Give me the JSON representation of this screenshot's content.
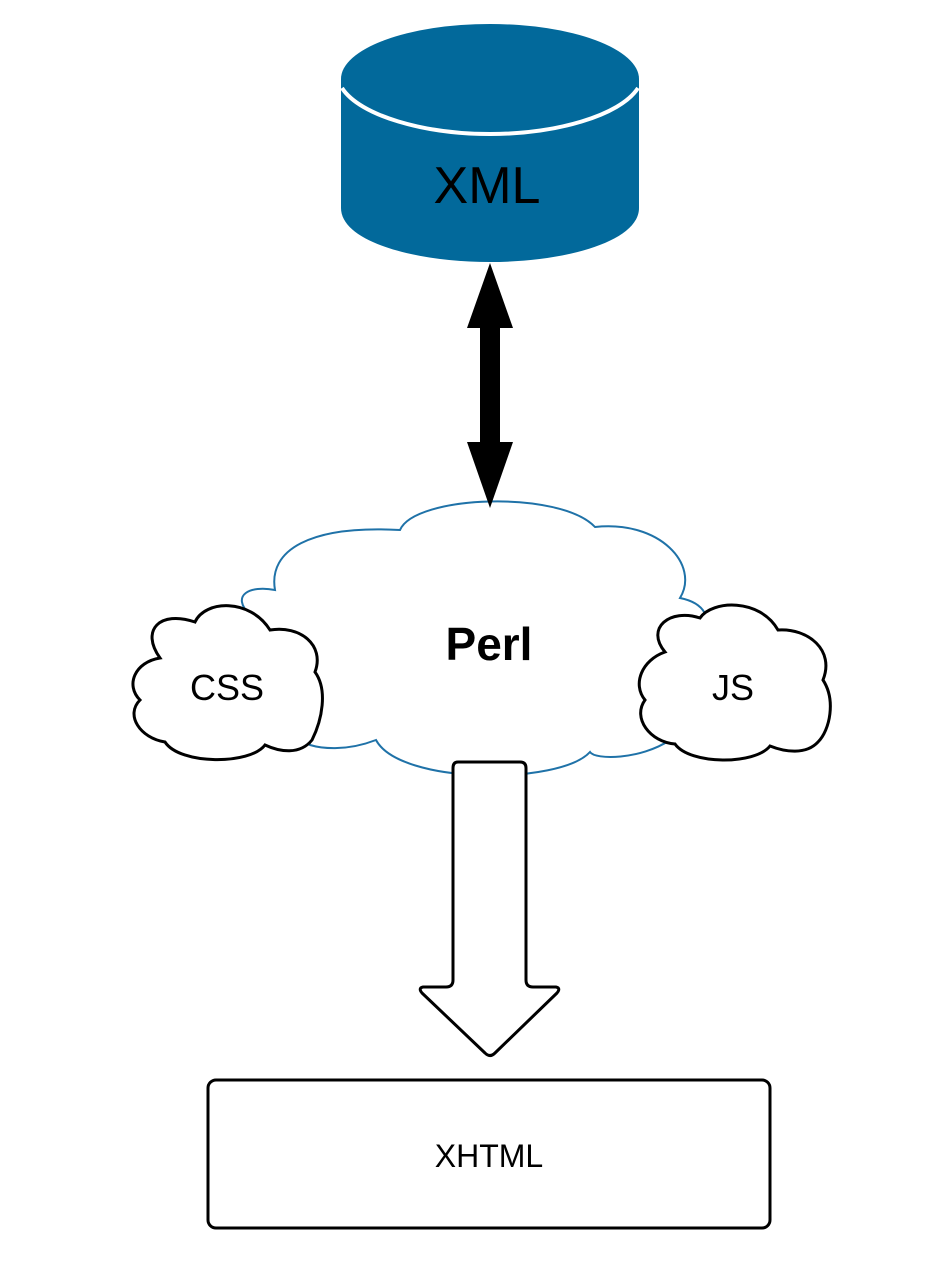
{
  "nodes": {
    "database": {
      "label": "XML",
      "fill": "#02699b"
    },
    "processor": {
      "label": "Perl",
      "stroke": "#1f72a8"
    },
    "style_input": {
      "label": "CSS"
    },
    "script_input": {
      "label": "JS"
    },
    "output": {
      "label": "XHTML"
    }
  },
  "edges": [
    {
      "from": "XML",
      "to": "Perl",
      "direction": "bidirectional",
      "style": "solid-black"
    },
    {
      "from": "Perl",
      "to": "XHTML",
      "direction": "forward",
      "style": "hollow-block"
    }
  ],
  "colors": {
    "background": "#ffffff",
    "ink": "#000000"
  }
}
